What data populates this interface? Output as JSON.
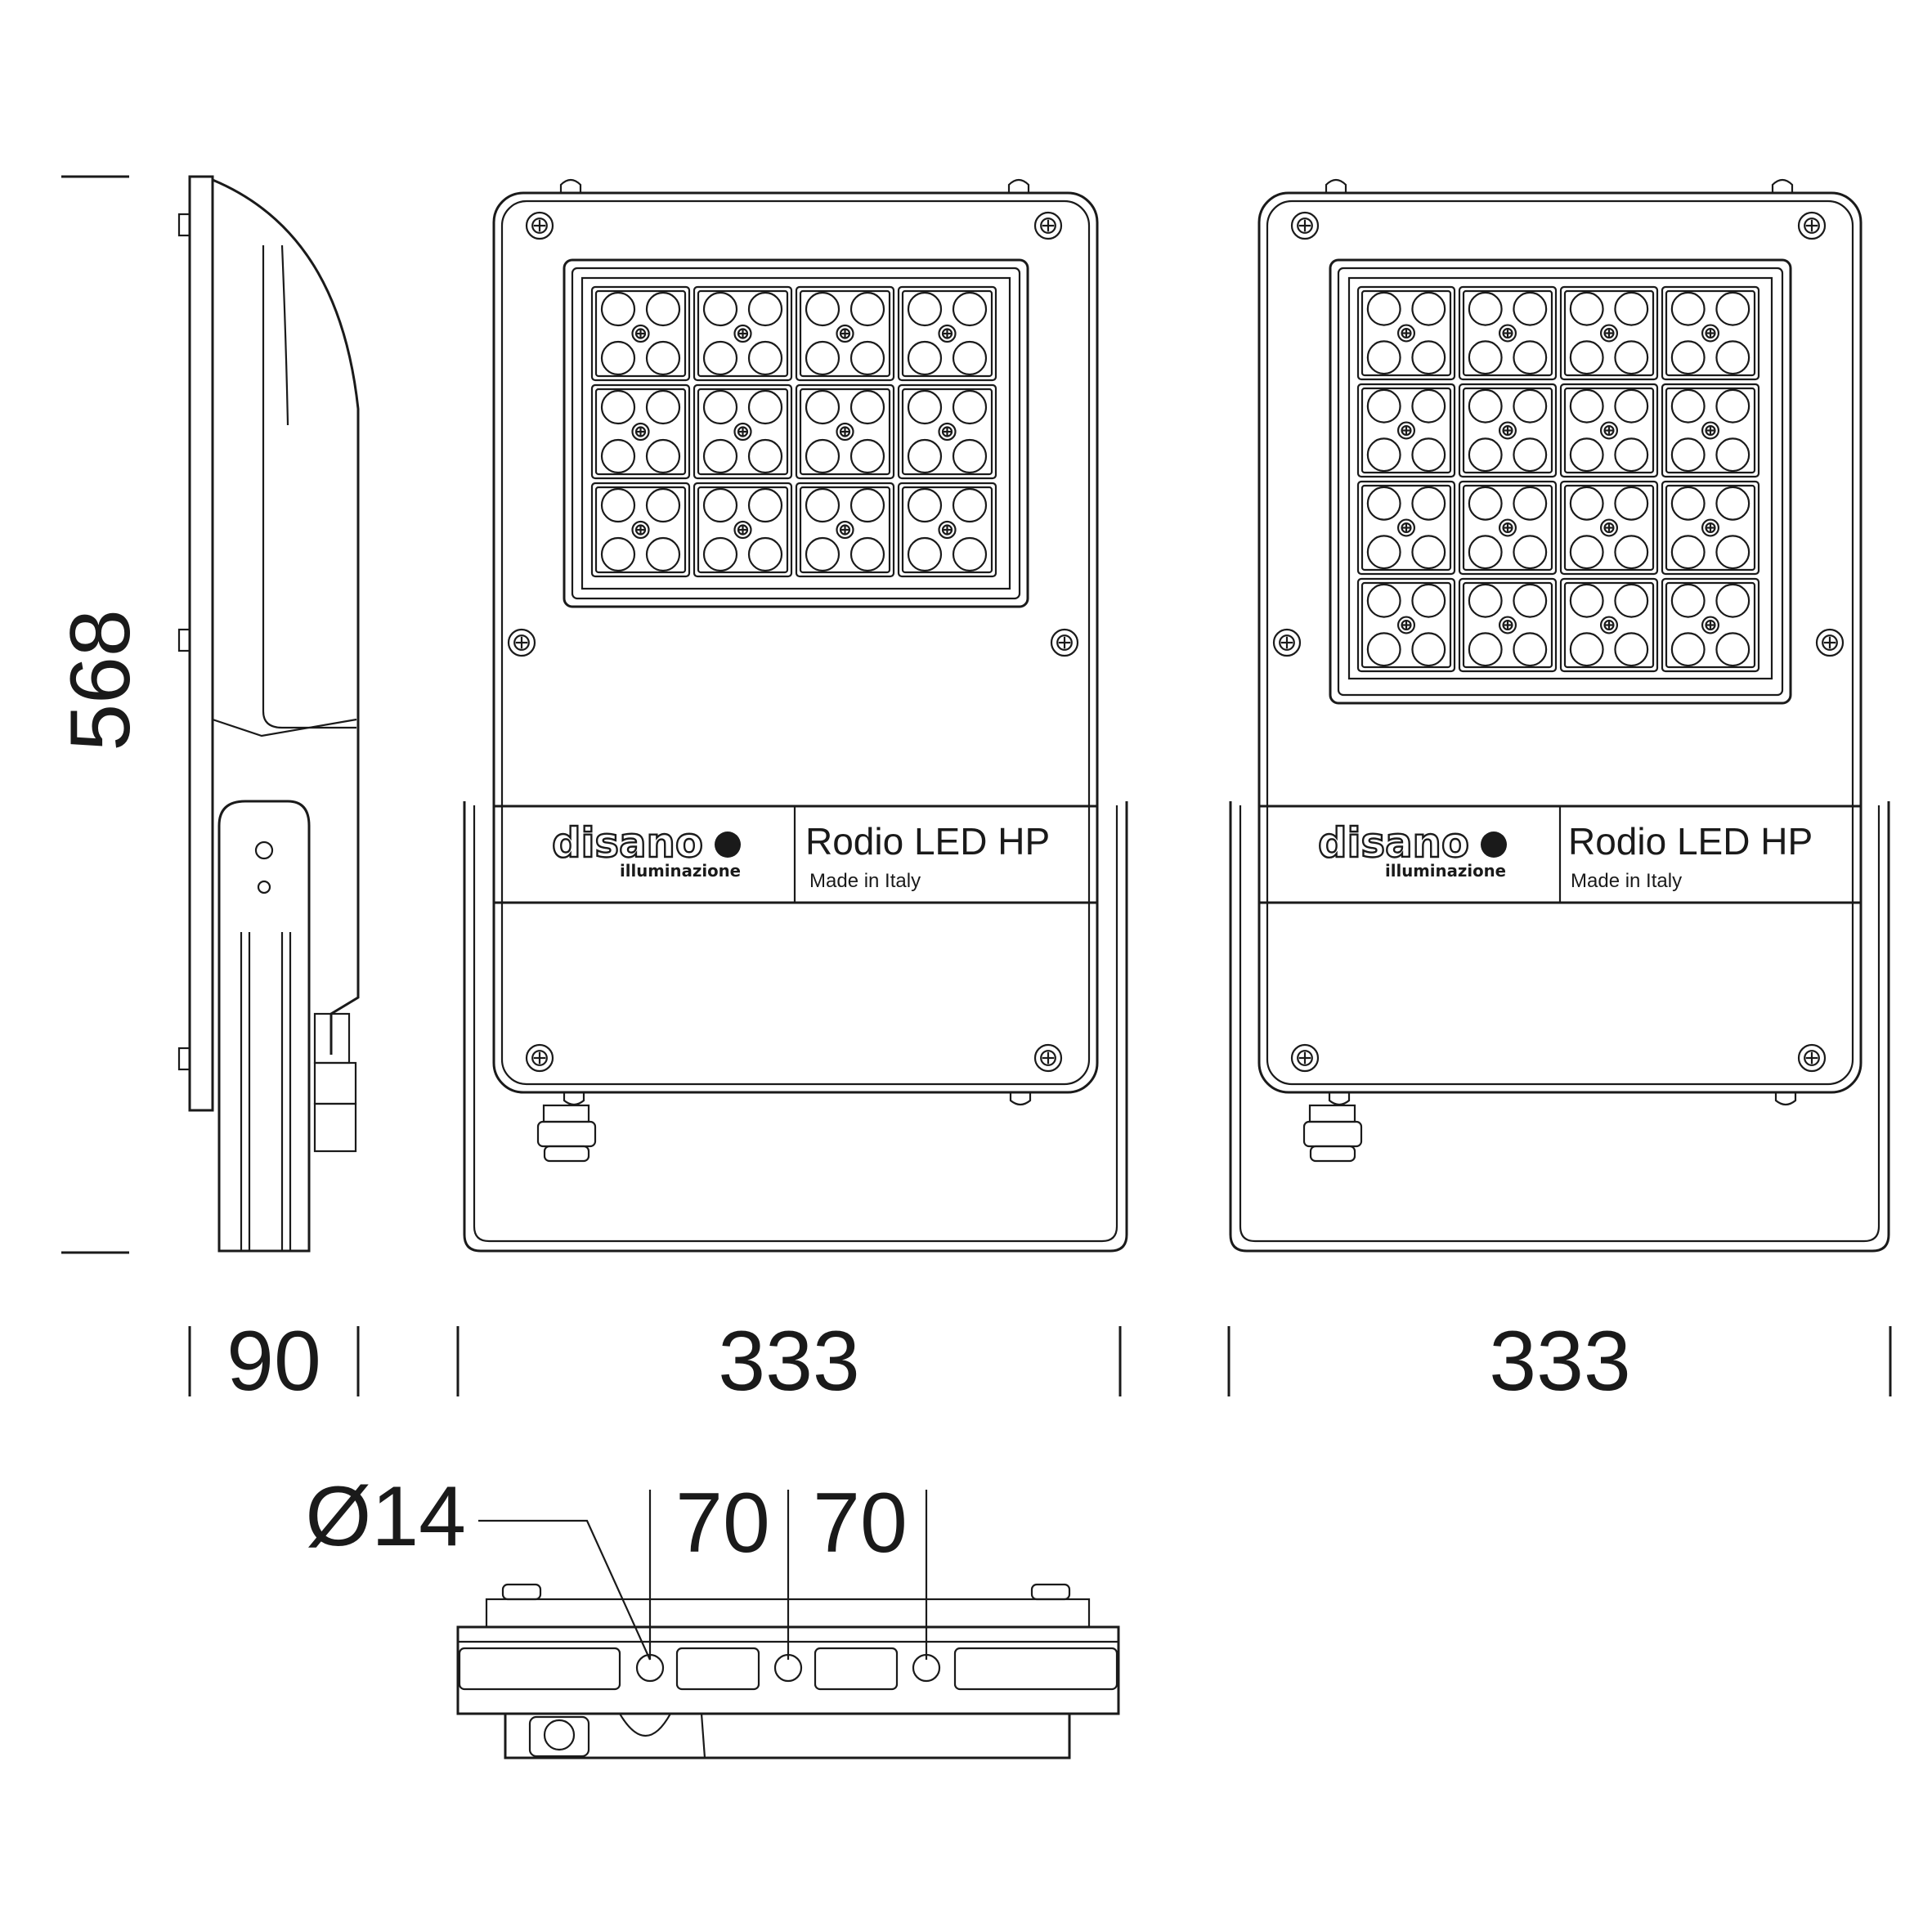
{
  "dimensions": {
    "height": "568",
    "depth": "90",
    "width_small": "333",
    "width_large": "333",
    "hole_diameter": "Ø14",
    "hole_spacing_1": "70",
    "hole_spacing_2": "70"
  },
  "product_label_small": {
    "brand": "disano",
    "brand_sub": "illuminazione",
    "model": "Rodio LED HP",
    "origin": "Made in Italy"
  },
  "product_label_large": {
    "brand": "disano",
    "brand_sub": "illuminazione",
    "model": "Rodio LED HP",
    "origin": "Made in Italy"
  },
  "led_arrays": {
    "small": {
      "rows": 3,
      "cols": 4
    },
    "large": {
      "rows": 4,
      "cols": 4
    }
  },
  "colors": {
    "line": "#1a1a1a",
    "background": "#ffffff"
  }
}
